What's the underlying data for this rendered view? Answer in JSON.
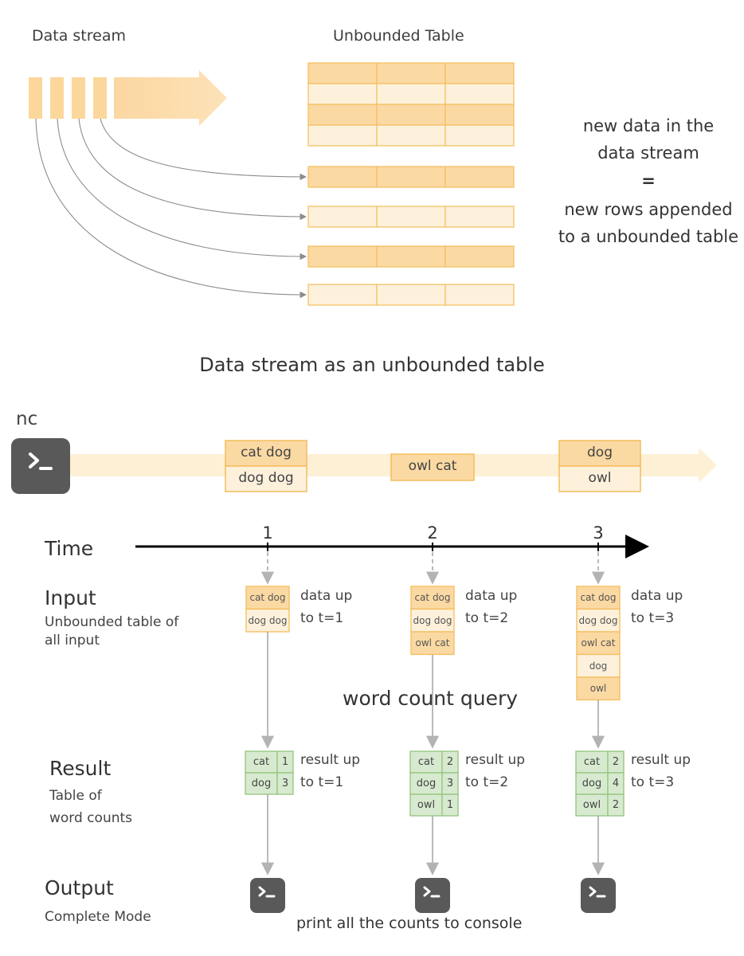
{
  "top": {
    "data_stream_label": "Data stream",
    "unbounded_table_label": "Unbounded Table",
    "side_line1": "new data in the",
    "side_line2": "data stream",
    "side_eq": "=",
    "side_line3": "new rows appended",
    "side_line4": "to a unbounded table",
    "caption": "Data stream as an unbounded table"
  },
  "bottom": {
    "nc_label": "nc",
    "stream_batches": [
      [
        "cat dog",
        "dog dog"
      ],
      [
        "owl cat"
      ],
      [
        "dog",
        "owl"
      ]
    ],
    "time_label": "Time",
    "time_ticks": [
      "1",
      "2",
      "3"
    ],
    "row_labels": {
      "input_title": "Input",
      "input_sub": "Unbounded table of all input",
      "result_title": "Result",
      "result_sub1": "Table of",
      "result_sub2": "word counts",
      "output_title": "Output",
      "output_sub": "Complete Mode"
    },
    "input_tables": [
      [
        "cat dog",
        "dog dog"
      ],
      [
        "cat dog",
        "dog dog",
        "owl cat"
      ],
      [
        "cat dog",
        "dog dog",
        "owl cat",
        "dog",
        "owl"
      ]
    ],
    "input_notes": [
      [
        "data up",
        "to t=1"
      ],
      [
        "data up",
        "to t=2"
      ],
      [
        "data up",
        "to t=3"
      ]
    ],
    "query_label": "word count query",
    "result_tables": [
      [
        [
          "cat",
          "1"
        ],
        [
          "dog",
          "3"
        ]
      ],
      [
        [
          "cat",
          "2"
        ],
        [
          "dog",
          "3"
        ],
        [
          "owl",
          "1"
        ]
      ],
      [
        [
          "cat",
          "2"
        ],
        [
          "dog",
          "4"
        ],
        [
          "owl",
          "2"
        ]
      ]
    ],
    "result_notes": [
      [
        "result up",
        "to t=1"
      ],
      [
        "result up",
        "to t=2"
      ],
      [
        "result up",
        "to t=3"
      ]
    ],
    "output_caption": "print all the counts to console"
  },
  "colors": {
    "orange_dark": "#fbd9a3",
    "orange_light": "#fdf1dc",
    "orange_border": "#f4bd5c",
    "stream_band": "#fdf0d5",
    "green_fill": "#d7ead0",
    "green_border": "#93c47d",
    "terminal": "#595959",
    "arrow_gray": "#b3b3b3"
  }
}
